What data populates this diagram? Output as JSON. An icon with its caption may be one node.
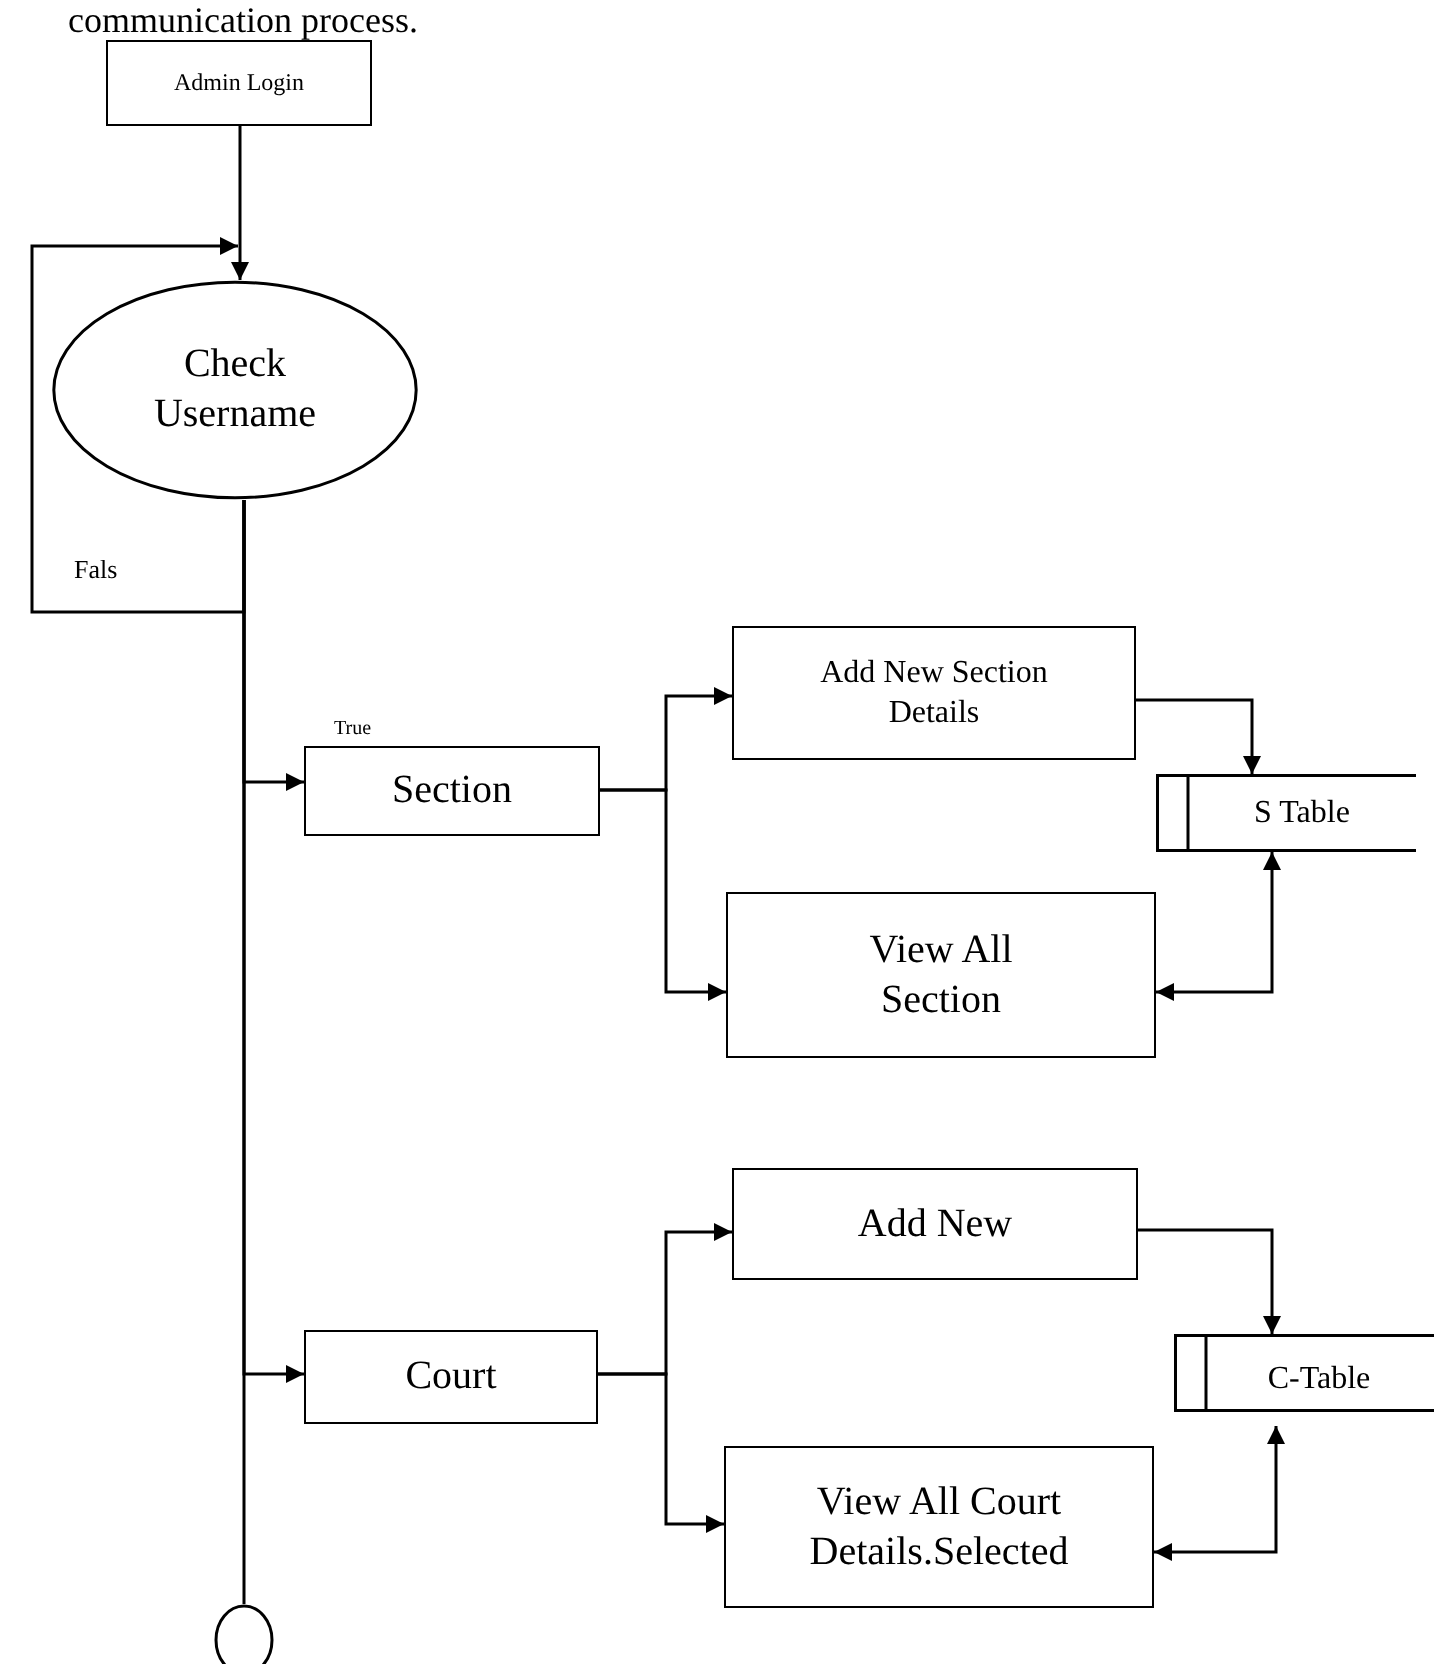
{
  "diagram": {
    "nodes": [
      {
        "text": [
          "Admin Login"
        ]
      },
      {
        "text": [
          "Check Username"
        ]
      },
      {
        "text": [
          "Section"
        ]
      },
      {
        "text": [
          "Add New Section Details"
        ]
      },
      {
        "text": [
          "View All Section"
        ]
      },
      {
        "text": [
          "S Table"
        ]
      },
      {
        "text": [
          "Court"
        ]
      },
      {
        "text": [
          "Add New"
        ]
      },
      {
        "text": [
          "View All Court Details.Selected"
        ]
      },
      {
        "text": [
          "C-Table"
        ]
      },
      {
        "text": [],
        "shape": "circle"
      }
    ],
    "edges": [
      {
        "from": 0,
        "to": 1,
        "arrow": "to"
      },
      {
        "from": 1,
        "to": 1,
        "arrow": "to",
        "label": "Fals"
      },
      {
        "from": 1,
        "to": 2,
        "arrow": "to",
        "label": "True"
      },
      {
        "from": 1,
        "to": 6,
        "arrow": "to"
      },
      {
        "from": 1,
        "to": 10,
        "arrow": "none"
      },
      {
        "from": 2,
        "to": 3,
        "arrow": "to"
      },
      {
        "from": 2,
        "to": 4,
        "arrow": "to"
      },
      {
        "from": 3,
        "to": 5,
        "arrow": "to"
      },
      {
        "from": 4,
        "to": 5,
        "arrow": "both"
      },
      {
        "from": 6,
        "to": 7,
        "arrow": "to"
      },
      {
        "from": 6,
        "to": 8,
        "arrow": "to"
      },
      {
        "from": 7,
        "to": 9,
        "arrow": "to"
      },
      {
        "from": 8,
        "to": 9,
        "arrow": "both"
      }
    ],
    "labels": [
      "communication process."
    ]
  }
}
